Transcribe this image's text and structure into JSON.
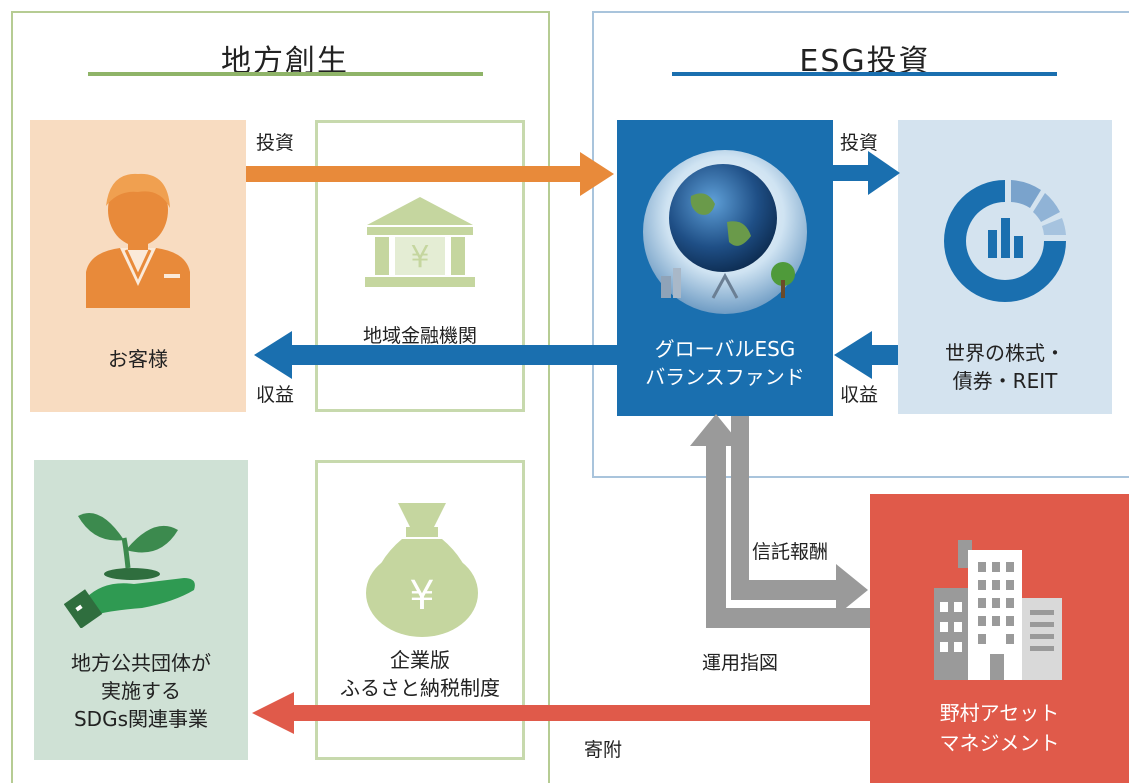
{
  "left_panel": {
    "title": "地方創生"
  },
  "right_panel": {
    "title": "ESG投資"
  },
  "customer": {
    "label": "お客様"
  },
  "bank": {
    "label": "地域金融機関"
  },
  "fund": {
    "line1": "グローバルESG",
    "line2": "バランスファンド"
  },
  "markets": {
    "line1": "世界の株式・",
    "line2": "債券・REIT"
  },
  "local_gov": {
    "line1": "地方公共団体が",
    "line2": "実施する",
    "line3": "SDGs関連事業"
  },
  "tax": {
    "line1": "企業版",
    "line2": "ふるさと納税制度"
  },
  "nomura": {
    "line1": "野村アセット",
    "line2": "マネジメント"
  },
  "arrows": {
    "invest_left": "投資",
    "return_left": "収益",
    "invest_right": "投資",
    "return_right": "収益",
    "trust_fee": "信託報酬",
    "instruction": "運用指図",
    "donation": "寄附"
  },
  "colors": {
    "green": "#8fb468",
    "blue": "#1a6faf",
    "orange": "#e88a3a",
    "red": "#e05a4a",
    "gray": "#9a9a9a"
  }
}
